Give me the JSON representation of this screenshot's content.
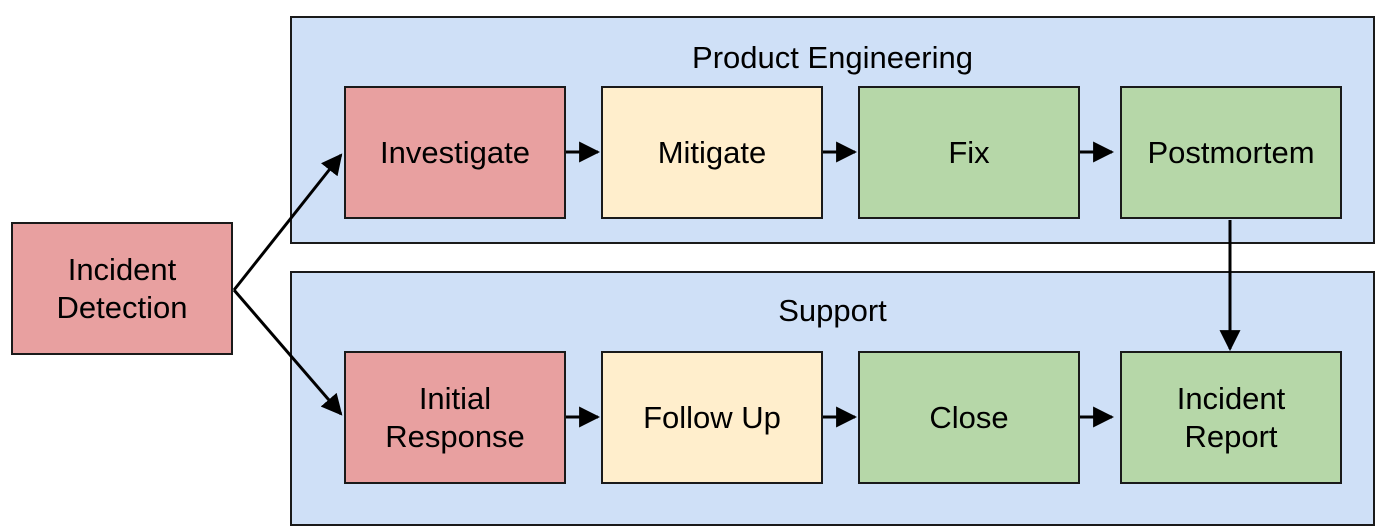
{
  "diagram": {
    "title_hidden": "",
    "colors": {
      "pool_fill": "#cfe0f7",
      "pool_border": "#1a1a1a",
      "red": "#e8a0a0",
      "yellow": "#ffeecc",
      "green": "#b6d7a8",
      "edge": "#000000",
      "background": "#ffffff"
    },
    "pools": [
      {
        "id": "product-engineering",
        "label": "Product Engineering"
      },
      {
        "id": "support",
        "label": "Support"
      }
    ],
    "nodes": {
      "incident_detection": {
        "label_line1": "Incident",
        "label_line2": "Detection",
        "color": "red"
      },
      "investigate": {
        "label": "Investigate",
        "color": "red"
      },
      "mitigate": {
        "label": "Mitigate",
        "color": "yellow"
      },
      "fix": {
        "label": "Fix",
        "color": "green"
      },
      "postmortem": {
        "label": "Postmortem",
        "color": "green"
      },
      "initial_response": {
        "label_line1": "Initial",
        "label_line2": "Response",
        "color": "red"
      },
      "follow_up": {
        "label": "Follow Up",
        "color": "yellow"
      },
      "close": {
        "label": "Close",
        "color": "green"
      },
      "incident_report": {
        "label_line1": "Incident",
        "label_line2": "Report",
        "color": "green"
      }
    },
    "edges": [
      {
        "from": "incident_detection",
        "to": "investigate",
        "label": ""
      },
      {
        "from": "incident_detection",
        "to": "initial_response",
        "label": ""
      },
      {
        "from": "investigate",
        "to": "mitigate",
        "label": ""
      },
      {
        "from": "mitigate",
        "to": "fix",
        "label": ""
      },
      {
        "from": "fix",
        "to": "postmortem",
        "label": ""
      },
      {
        "from": "postmortem",
        "to": "incident_report",
        "label": ""
      },
      {
        "from": "initial_response",
        "to": "follow_up",
        "label": ""
      },
      {
        "from": "follow_up",
        "to": "close",
        "label": ""
      },
      {
        "from": "close",
        "to": "incident_report",
        "label": ""
      }
    ]
  }
}
